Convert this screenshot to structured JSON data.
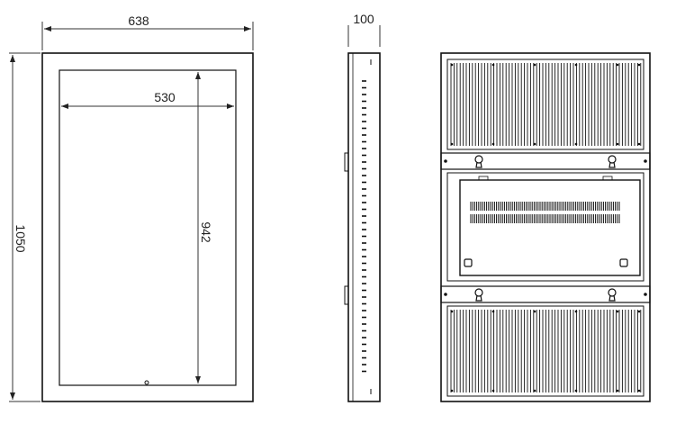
{
  "front_view": {
    "width_dim": "638",
    "inner_width_dim": "530",
    "height_dim": "1050",
    "inner_height_dim": "942"
  },
  "side_view": {
    "depth_dim": "100"
  },
  "colors": {
    "line": "#111111",
    "dim_line": "#333333",
    "background": "#ffffff"
  }
}
